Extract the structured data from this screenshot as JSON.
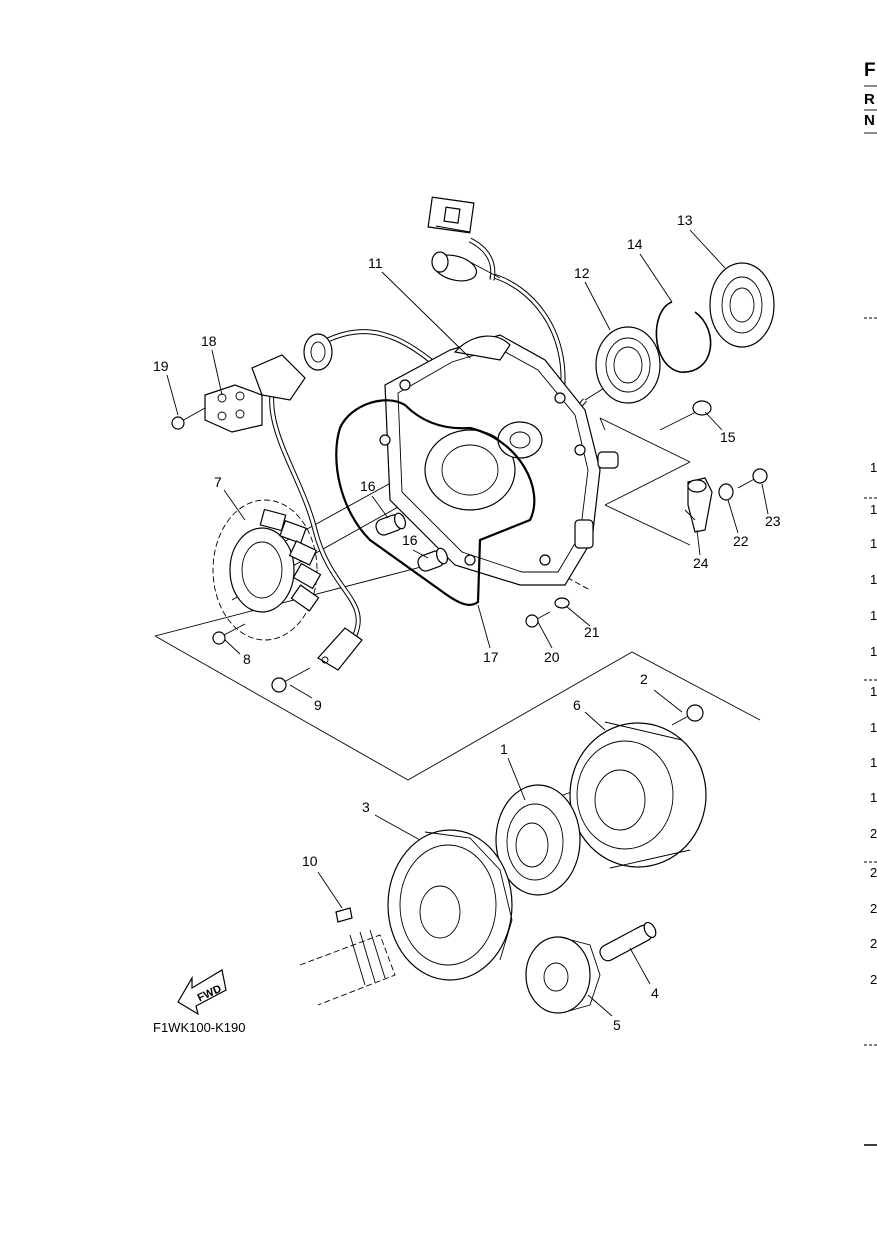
{
  "diagram": {
    "drawing_code": "F1WK100-K190",
    "fwd_arrow_label": "FWD",
    "callouts": [
      {
        "id": "c1",
        "label": "1"
      },
      {
        "id": "c2",
        "label": "2"
      },
      {
        "id": "c3",
        "label": "3"
      },
      {
        "id": "c4",
        "label": "4"
      },
      {
        "id": "c5",
        "label": "5"
      },
      {
        "id": "c6",
        "label": "6"
      },
      {
        "id": "c7",
        "label": "7"
      },
      {
        "id": "c8",
        "label": "8"
      },
      {
        "id": "c9",
        "label": "9"
      },
      {
        "id": "c10",
        "label": "10"
      },
      {
        "id": "c11",
        "label": "11"
      },
      {
        "id": "c12",
        "label": "12"
      },
      {
        "id": "c13",
        "label": "13"
      },
      {
        "id": "c14",
        "label": "14"
      },
      {
        "id": "c15",
        "label": "15"
      },
      {
        "id": "c16a",
        "label": "16"
      },
      {
        "id": "c16b",
        "label": "16"
      },
      {
        "id": "c17",
        "label": "17"
      },
      {
        "id": "c18",
        "label": "18"
      },
      {
        "id": "c19",
        "label": "19"
      },
      {
        "id": "c20",
        "label": "20"
      },
      {
        "id": "c21",
        "label": "21"
      },
      {
        "id": "c22",
        "label": "22"
      },
      {
        "id": "c23",
        "label": "23"
      },
      {
        "id": "c24",
        "label": "24"
      }
    ]
  },
  "right_edge": {
    "header_letters": [
      "F",
      "R",
      "N"
    ],
    "row_markers": [
      "1",
      "1",
      "1",
      "1",
      "1",
      "1",
      "1",
      "1",
      "1",
      "1",
      "2",
      "2",
      "2",
      "2",
      "2"
    ]
  }
}
